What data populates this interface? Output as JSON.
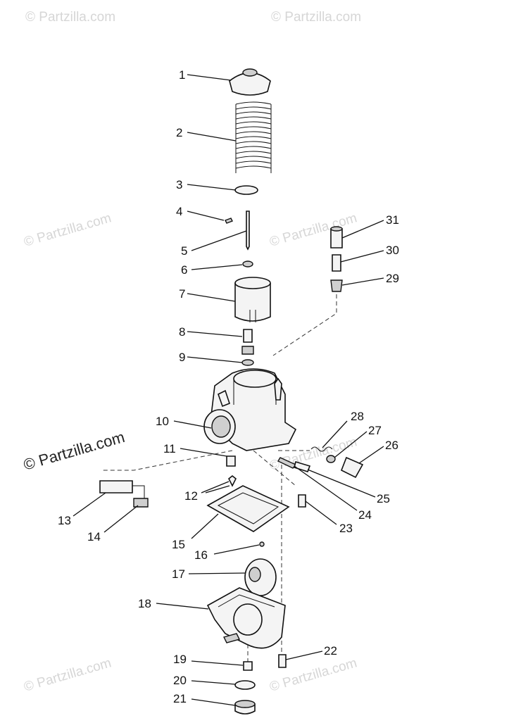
{
  "watermark": {
    "text": "© Partzilla.com"
  },
  "callouts": [
    "1",
    "2",
    "3",
    "4",
    "5",
    "6",
    "7",
    "8",
    "9",
    "10",
    "11",
    "12",
    "13",
    "14",
    "15",
    "16",
    "17",
    "18",
    "19",
    "20",
    "21",
    "22",
    "23",
    "24",
    "25",
    "26",
    "27",
    "28",
    "29",
    "30",
    "31"
  ]
}
